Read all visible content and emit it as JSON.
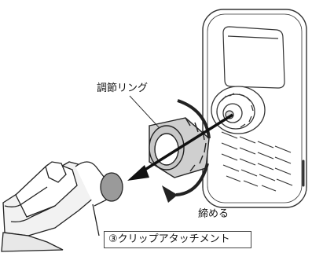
{
  "labels": {
    "adjust_ring": "調節リング",
    "tighten": "締める"
  },
  "caption": "③クリップアタッチメント",
  "colors": {
    "stroke": "#333333",
    "ring_fill": "#c8c8c8",
    "clip_fill": "#9a9a9a",
    "arrow": "#111111",
    "device_fill": "#ffffff"
  }
}
